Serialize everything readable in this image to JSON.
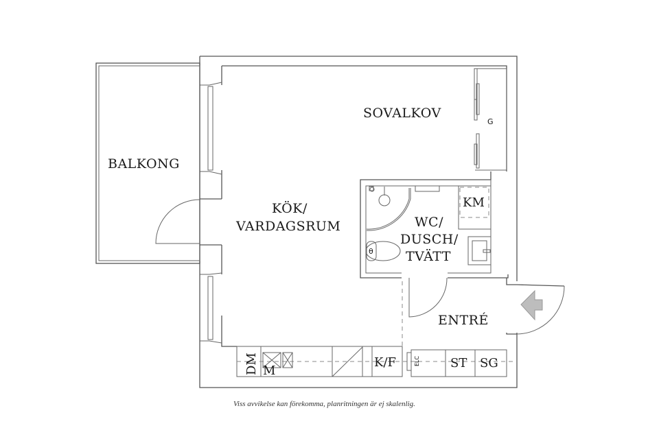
{
  "rooms": {
    "balkong": "BALKONG",
    "sovalkov": "SOVALKOV",
    "kok_line1": "KÖK/",
    "kok_line2": "VARDAGSRUM",
    "wc_line1": "WC/",
    "wc_line2": "DUSCH/",
    "wc_line3": "TVÄTT",
    "km": "KM",
    "entre": "ENTRÉ"
  },
  "fixtures": {
    "wardrobe": "G",
    "dm": "DM",
    "m": "M",
    "kf": "K/F",
    "elc": "ELC",
    "st": "ST",
    "sg": "SG"
  },
  "footer": {
    "disclaimer": "Viss avvikelse kan förekomma, planritningen är ej skalenlig."
  },
  "colors": {
    "wall": "#555555",
    "entry_arrow": "#bdbdbd",
    "background": "#ffffff"
  }
}
